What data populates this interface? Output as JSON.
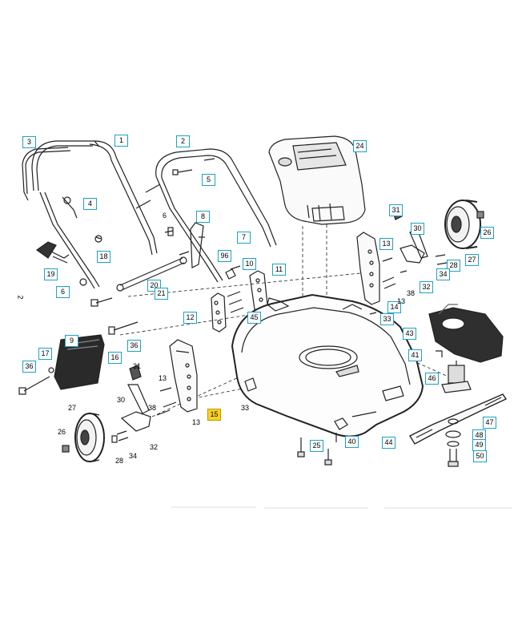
{
  "diagram": {
    "page_number": "2",
    "callouts": [
      {
        "id": "c3",
        "label": "3"
      },
      {
        "id": "c1",
        "label": "1"
      },
      {
        "id": "c2",
        "label": "2"
      },
      {
        "id": "c24",
        "label": "24"
      },
      {
        "id": "c5",
        "label": "5"
      },
      {
        "id": "c4",
        "label": "4"
      },
      {
        "id": "c8",
        "label": "8"
      },
      {
        "id": "c31r",
        "label": "31"
      },
      {
        "id": "c30r",
        "label": "30"
      },
      {
        "id": "c26r",
        "label": "26"
      },
      {
        "id": "c7",
        "label": "7"
      },
      {
        "id": "c13r",
        "label": "13"
      },
      {
        "id": "c18",
        "label": "18"
      },
      {
        "id": "c96",
        "label": "96"
      },
      {
        "id": "c10",
        "label": "10"
      },
      {
        "id": "c11",
        "label": "11"
      },
      {
        "id": "c28r",
        "label": "28"
      },
      {
        "id": "c27r",
        "label": "27"
      },
      {
        "id": "c19",
        "label": "19"
      },
      {
        "id": "c34r",
        "label": "34"
      },
      {
        "id": "c20",
        "label": "20"
      },
      {
        "id": "c6",
        "label": "6"
      },
      {
        "id": "c21",
        "label": "21"
      },
      {
        "id": "c32r",
        "label": "32"
      },
      {
        "id": "c14",
        "label": "14"
      },
      {
        "id": "c12",
        "label": "12"
      },
      {
        "id": "c45",
        "label": "45"
      },
      {
        "id": "c33r",
        "label": "33"
      },
      {
        "id": "c43",
        "label": "43"
      },
      {
        "id": "c9",
        "label": "9"
      },
      {
        "id": "c17",
        "label": "17"
      },
      {
        "id": "c16",
        "label": "16"
      },
      {
        "id": "c36a",
        "label": "36"
      },
      {
        "id": "c41",
        "label": "41"
      },
      {
        "id": "c36b",
        "label": "36"
      },
      {
        "id": "c46",
        "label": "46"
      },
      {
        "id": "c15",
        "label": "15"
      },
      {
        "id": "c47",
        "label": "47"
      },
      {
        "id": "c44",
        "label": "44"
      },
      {
        "id": "c40",
        "label": "40"
      },
      {
        "id": "c25",
        "label": "25"
      },
      {
        "id": "c48",
        "label": "48"
      },
      {
        "id": "c49",
        "label": "49"
      },
      {
        "id": "c50",
        "label": "50"
      }
    ],
    "plain_labels": [
      {
        "id": "p6",
        "label": "6"
      },
      {
        "id": "p13r",
        "label": "13"
      },
      {
        "id": "p38r",
        "label": "38"
      },
      {
        "id": "p31l",
        "label": "31"
      },
      {
        "id": "p13l",
        "label": "13"
      },
      {
        "id": "p30l",
        "label": "30"
      },
      {
        "id": "p38l",
        "label": "38"
      },
      {
        "id": "p13b",
        "label": "13"
      },
      {
        "id": "p33l",
        "label": "33"
      },
      {
        "id": "p27l",
        "label": "27"
      },
      {
        "id": "p26l",
        "label": "26"
      },
      {
        "id": "p32l",
        "label": "32"
      },
      {
        "id": "p34l",
        "label": "34"
      },
      {
        "id": "p28l",
        "label": "28"
      }
    ]
  }
}
